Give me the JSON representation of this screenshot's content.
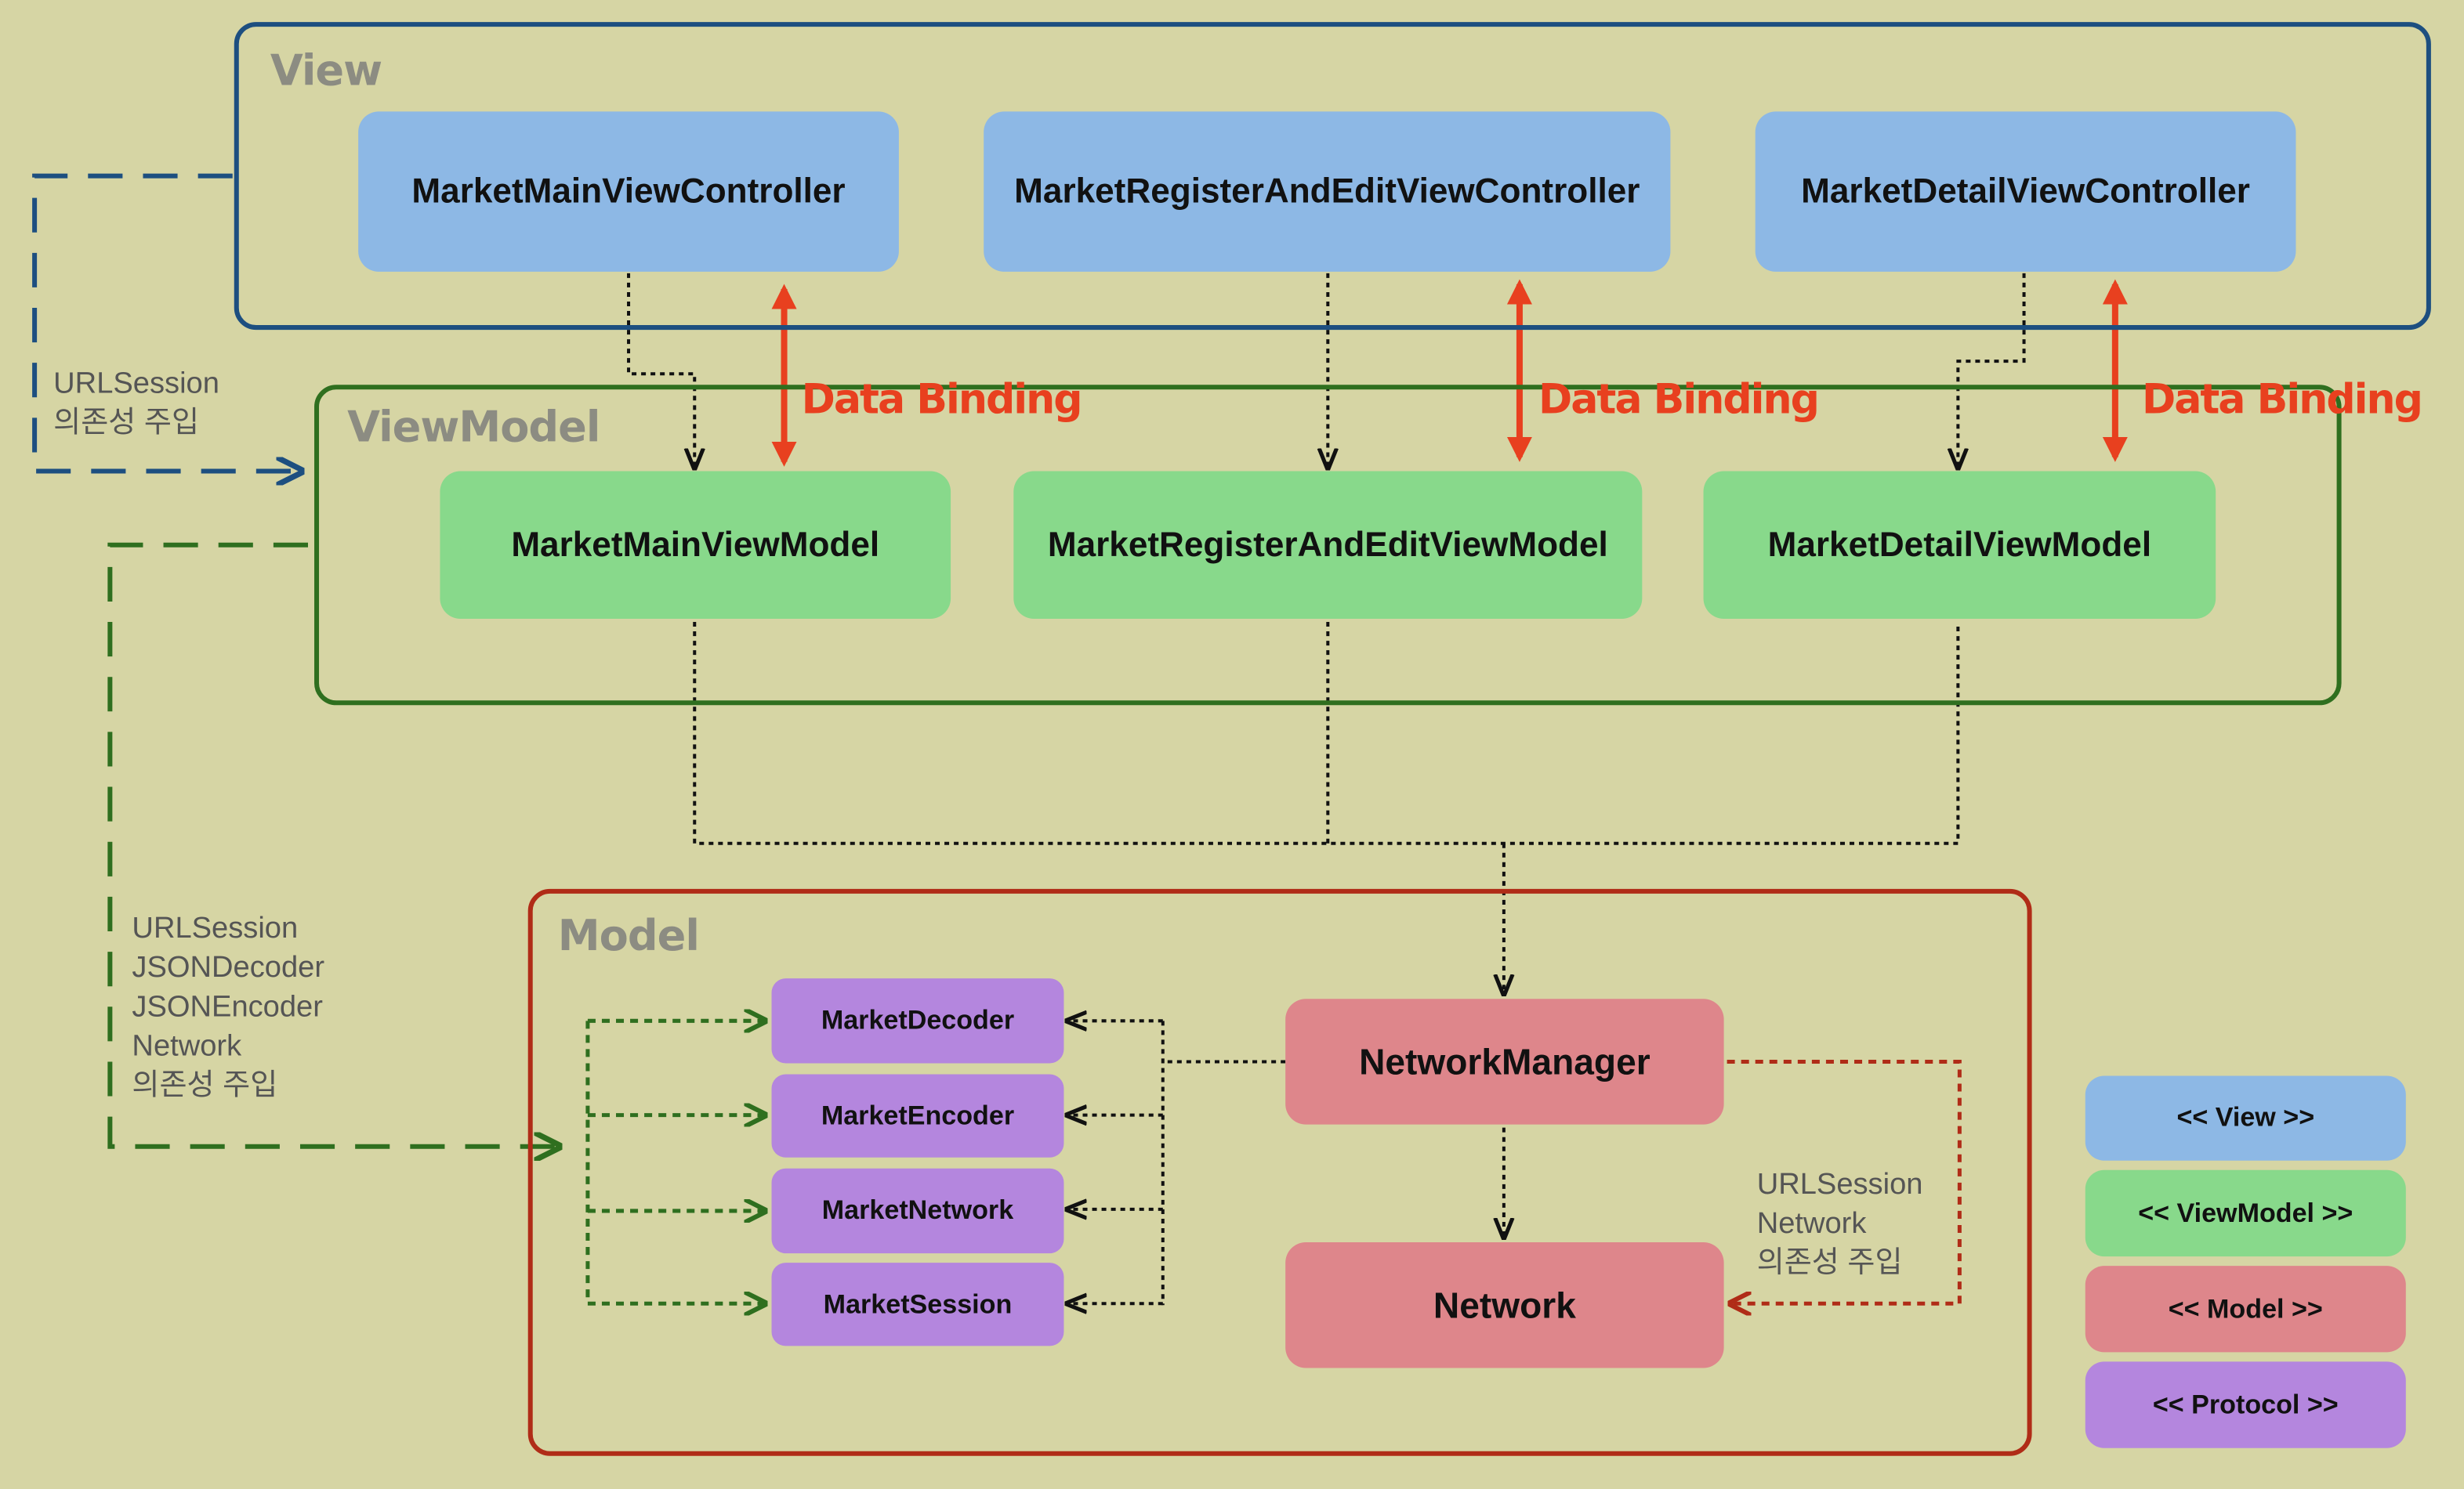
{
  "layers": {
    "view": {
      "title": "View"
    },
    "viewmodel": {
      "title": "ViewModel"
    },
    "model": {
      "title": "Model"
    }
  },
  "view_boxes": [
    "MarketMainViewController",
    "MarketRegisterAndEditViewController",
    "MarketDetailViewController"
  ],
  "viewmodel_boxes": [
    "MarketMainViewModel",
    "MarketRegisterAndEditViewModel",
    "MarketDetailViewModel"
  ],
  "binding_label": "Data Binding",
  "protocol_boxes": [
    "MarketDecoder",
    "MarketEncoder",
    "MarketNetwork",
    "MarketSession"
  ],
  "model_boxes": {
    "network_manager": "NetworkManager",
    "network": "Network"
  },
  "notes": {
    "view_to_viewmodel": "URLSession\n의존성 주입",
    "viewmodel_to_model": "URLSession\nJSONDecoder\nJSONEncoder\nNetwork\n의존성 주입",
    "manager_to_network": "URLSession\nNetwork\n의존성 주입"
  },
  "legend": [
    "<< View >>",
    "<< ViewModel >>",
    "<< Model >>",
    "<< Protocol >>"
  ],
  "colors": {
    "background": "#d6d5a4",
    "view_border": "#1d4f80",
    "viewmodel_border": "#2f6f1f",
    "model_border": "#b02c17",
    "view_fill": "#8db8e5",
    "viewmodel_fill": "#88d98b",
    "model_fill": "#de868b",
    "protocol_fill": "#b486de",
    "binding_red": "#e8401f"
  }
}
